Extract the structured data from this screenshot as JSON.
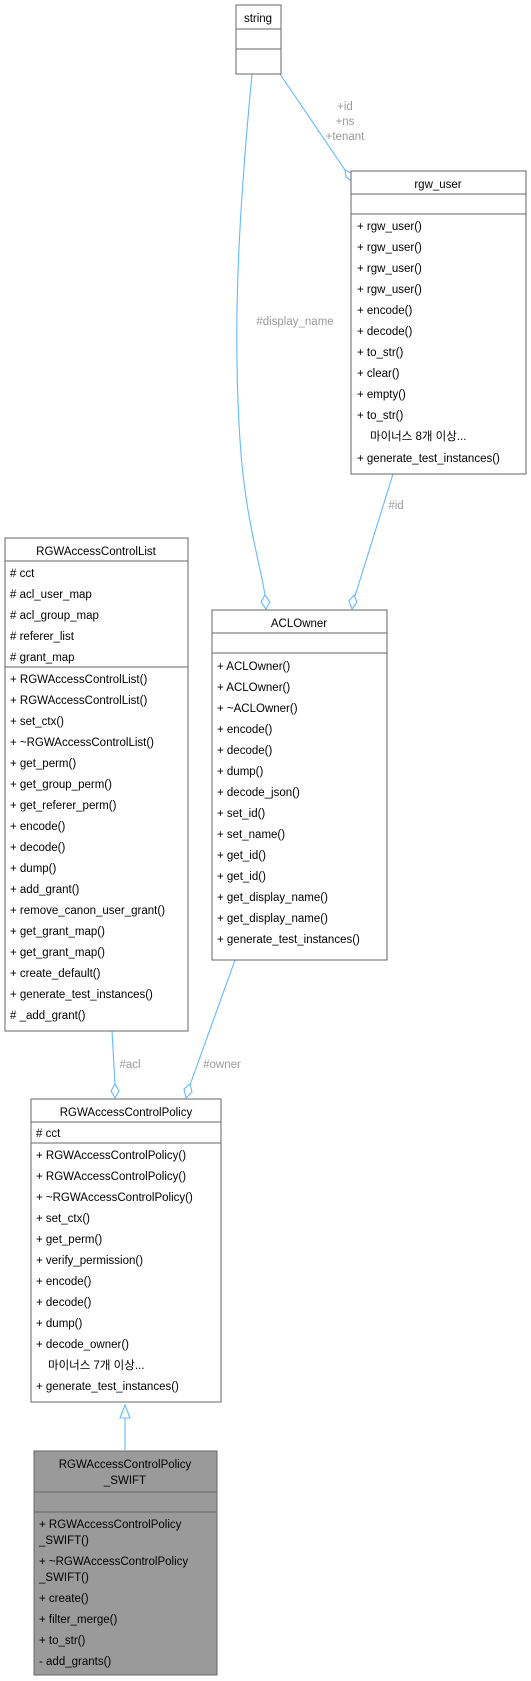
{
  "classes": {
    "string": {
      "name": "string",
      "attributes": [],
      "methods": []
    },
    "rgw_user": {
      "name": "rgw_user",
      "attributes": [],
      "methods": [
        "+ rgw_user()",
        "+ rgw_user()",
        "+ rgw_user()",
        "+ rgw_user()",
        "+ encode()",
        "+ decode()",
        "+ to_str()",
        "+ clear()",
        "+ empty()",
        "+ to_str()",
        "마이너스 8개 이상...",
        "+ generate_test_instances()"
      ]
    },
    "RGWAccessControlList": {
      "name": "RGWAccessControlList",
      "attributes": [
        "# cct",
        "# acl_user_map",
        "# acl_group_map",
        "# referer_list",
        "# grant_map"
      ],
      "methods": [
        "+ RGWAccessControlList()",
        "+ RGWAccessControlList()",
        "+ set_ctx()",
        "+ ~RGWAccessControlList()",
        "+ get_perm()",
        "+ get_group_perm()",
        "+ get_referer_perm()",
        "+ encode()",
        "+ decode()",
        "+ dump()",
        "+ add_grant()",
        "+ remove_canon_user_grant()",
        "+ get_grant_map()",
        "+ get_grant_map()",
        "+ create_default()",
        "+ generate_test_instances()",
        "# _add_grant()"
      ]
    },
    "ACLOwner": {
      "name": "ACLOwner",
      "attributes": [],
      "methods": [
        "+ ACLOwner()",
        "+ ACLOwner()",
        "+ ~ACLOwner()",
        "+ encode()",
        "+ decode()",
        "+ dump()",
        "+ decode_json()",
        "+ set_id()",
        "+ set_name()",
        "+ get_id()",
        "+ get_id()",
        "+ get_display_name()",
        "+ get_display_name()",
        "+ generate_test_instances()"
      ]
    },
    "RGWAccessControlPolicy": {
      "name": "RGWAccessControlPolicy",
      "attributes": [
        "# cct"
      ],
      "methods": [
        "+ RGWAccessControlPolicy()",
        "+ RGWAccessControlPolicy()",
        "+ ~RGWAccessControlPolicy()",
        "+ set_ctx()",
        "+ get_perm()",
        "+ verify_permission()",
        "+ encode()",
        "+ decode()",
        "+ dump()",
        "+ decode_owner()",
        "마이너스 7개 이상...",
        "+ generate_test_instances()"
      ]
    },
    "RGWAccessControlPolicy_SWIFT": {
      "name_line1": "RGWAccessControlPolicy",
      "name_line2": "_SWIFT",
      "attributes": [],
      "methods": [
        "+ RGWAccessControlPolicy",
        "  _SWIFT()",
        "+ ~RGWAccessControlPolicy",
        "  _SWIFT()",
        "+ create()",
        "+ filter_merge()",
        "+ to_str()",
        "- add_grants()"
      ]
    }
  },
  "edge_labels": {
    "string_to_rgw_user": [
      "+id",
      "+ns",
      "+tenant"
    ],
    "string_to_ACLOwner": "#display_name",
    "rgw_user_to_ACLOwner": "#id",
    "RGWAccessControlList_to_policy": "#acl",
    "ACLOwner_to_policy": "#owner"
  },
  "colors": {
    "edge": "#63b8ff",
    "box_border": "#666666",
    "highlight_fill": "#9a9a9a",
    "edge_label": "#9a9a9a"
  }
}
